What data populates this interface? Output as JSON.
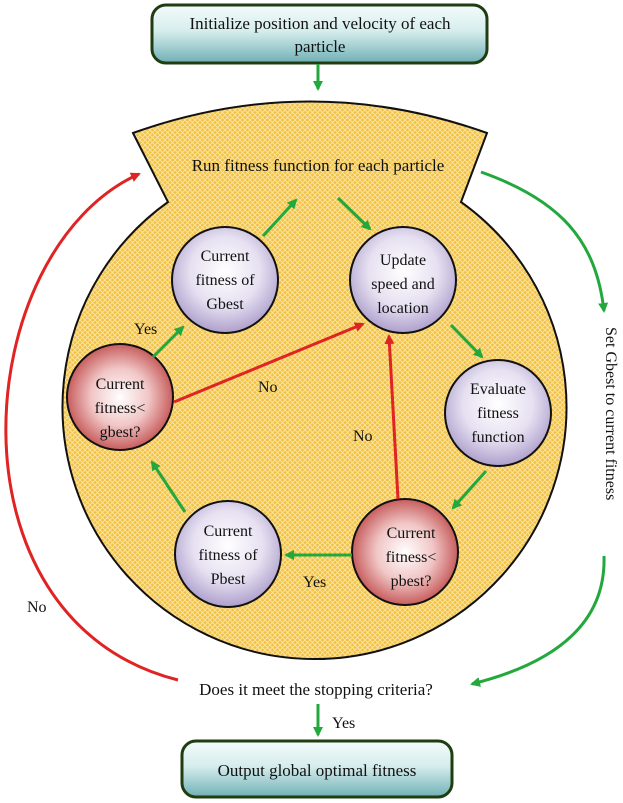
{
  "colors": {
    "top_box_border": "#1f3d11",
    "blob_fill": "#f2c246",
    "blob_pattern": "#fbe39a",
    "node_purple_center": "#ffffff",
    "node_purple_edge": "#a99ac9",
    "node_red_center": "#ffffff",
    "node_red_edge": "#b52f2f",
    "green_arrow": "#22a83c",
    "red_arrow": "#e02323"
  },
  "boxes": {
    "init": {
      "line1": "Initialize position and velocity of each",
      "line2": "particle"
    },
    "output": {
      "text": "Output global optimal fitness"
    }
  },
  "blob": {
    "title": "Run fitness function for each particle"
  },
  "nodes": {
    "gbest": {
      "line1": "Current",
      "line2": "fitness of",
      "line3": "Gbest"
    },
    "update": {
      "line1": "Update",
      "line2": "speed and",
      "line3": "location"
    },
    "evaluate": {
      "line1": "Evaluate",
      "line2": "fitness",
      "line3": "function"
    },
    "pbest_check": {
      "line1": "Current",
      "line2": "fitness<",
      "line3": "pbest?"
    },
    "pbest": {
      "line1": "Current",
      "line2": "fitness of",
      "line3": "Pbest"
    },
    "gbest_check": {
      "line1": "Current",
      "line2": "fitness<",
      "line3": "gbest?"
    }
  },
  "labels": {
    "yes_gbest": "Yes",
    "no_gbest": "No",
    "no_pbest": "No",
    "yes_pbest": "Yes",
    "stopping": "Does it meet the stopping criteria?",
    "yes_output": "Yes",
    "no_loop": "No",
    "set_gbest": "Set Gbest to current fitness"
  }
}
